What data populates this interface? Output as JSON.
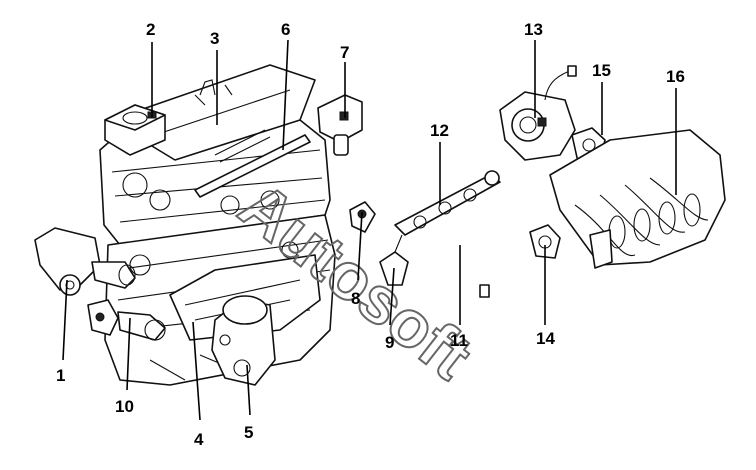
{
  "callouts": [
    {
      "id": "c1",
      "label": "1"
    },
    {
      "id": "c2",
      "label": "2"
    },
    {
      "id": "c3",
      "label": "3"
    },
    {
      "id": "c4",
      "label": "4"
    },
    {
      "id": "c5",
      "label": "5"
    },
    {
      "id": "c6",
      "label": "6"
    },
    {
      "id": "c7",
      "label": "7"
    },
    {
      "id": "c8",
      "label": "8"
    },
    {
      "id": "c9",
      "label": "9"
    },
    {
      "id": "c10",
      "label": "10"
    },
    {
      "id": "c11",
      "label": "11"
    },
    {
      "id": "c12",
      "label": "12"
    },
    {
      "id": "c13",
      "label": "13"
    },
    {
      "id": "c14",
      "label": "14"
    },
    {
      "id": "c15",
      "label": "15"
    },
    {
      "id": "c16",
      "label": "16"
    }
  ],
  "watermark": "Autosoft",
  "colors": {
    "line": "#111111",
    "background": "#ffffff",
    "watermark": "#666666"
  }
}
